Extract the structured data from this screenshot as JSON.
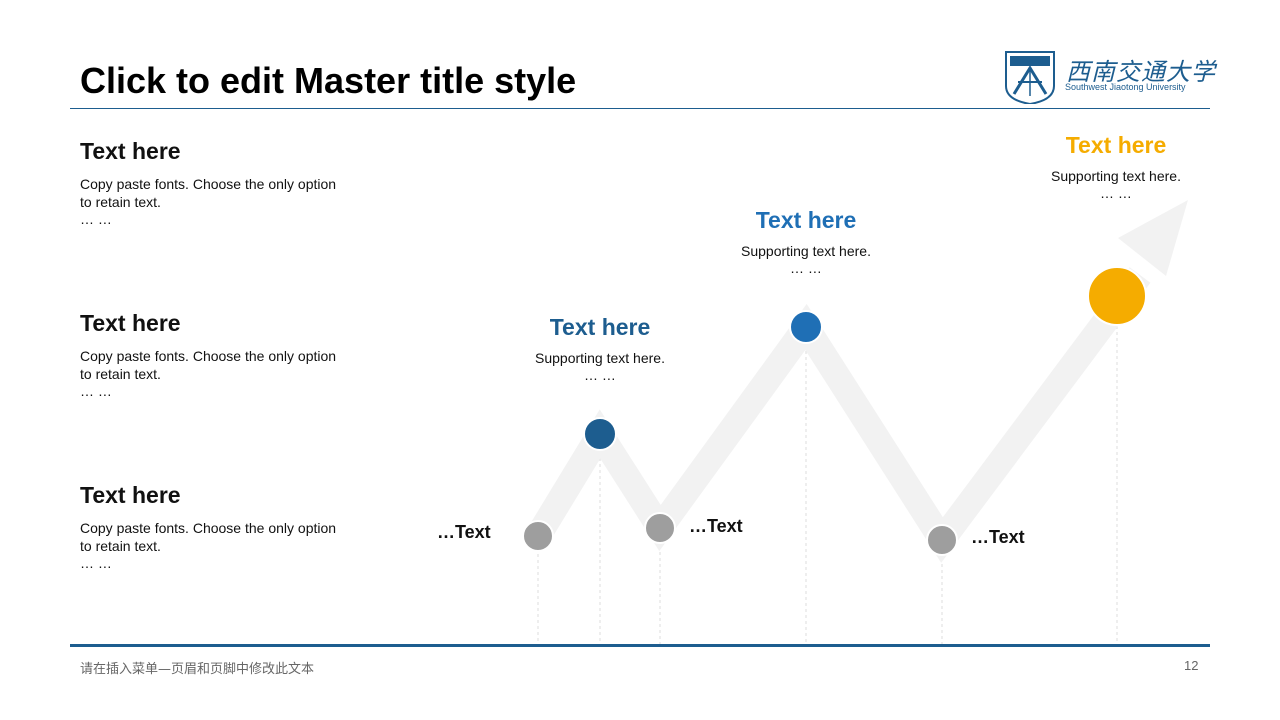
{
  "slide": {
    "title": "Click to edit Master title style",
    "logo": {
      "name_cn": "西南交通大学",
      "name_en": "Southwest Jiaotong University",
      "icon": "university-crest-icon"
    },
    "left_items": [
      {
        "heading": "Text here",
        "body": "Copy paste fonts. Choose the only option to retain text.",
        "ellipsis": "… …"
      },
      {
        "heading": "Text here",
        "body": "Copy paste fonts. Choose the only option to retain text.",
        "ellipsis": "… …"
      },
      {
        "heading": "Text here",
        "body": "Copy paste fonts. Choose the only option to retain text.",
        "ellipsis": "… …"
      }
    ],
    "callouts": [
      {
        "heading": "Text here",
        "support": "Supporting text here.",
        "ellipsis": "… …",
        "color": "#1d5d8f"
      },
      {
        "heading": "Text here",
        "support": "Supporting text here.",
        "ellipsis": "… …",
        "color": "#1f6fb5"
      },
      {
        "heading": "Text here",
        "support": "Supporting text here.",
        "ellipsis": "… …",
        "color": "#f5ac00"
      }
    ],
    "point_labels": [
      "…Text",
      "…Text",
      "…Text"
    ],
    "footer_text": "请在插入菜单—页眉和页脚中修改此文本",
    "page_number": "12"
  },
  "colors": {
    "accent_dark": "#1d5d8f",
    "accent_mid": "#1f6fb5",
    "accent_gold": "#f5ac00",
    "node_gray": "#9e9e9e",
    "path_gray": "#f2f2f2",
    "dash_gray": "#dddddd"
  }
}
